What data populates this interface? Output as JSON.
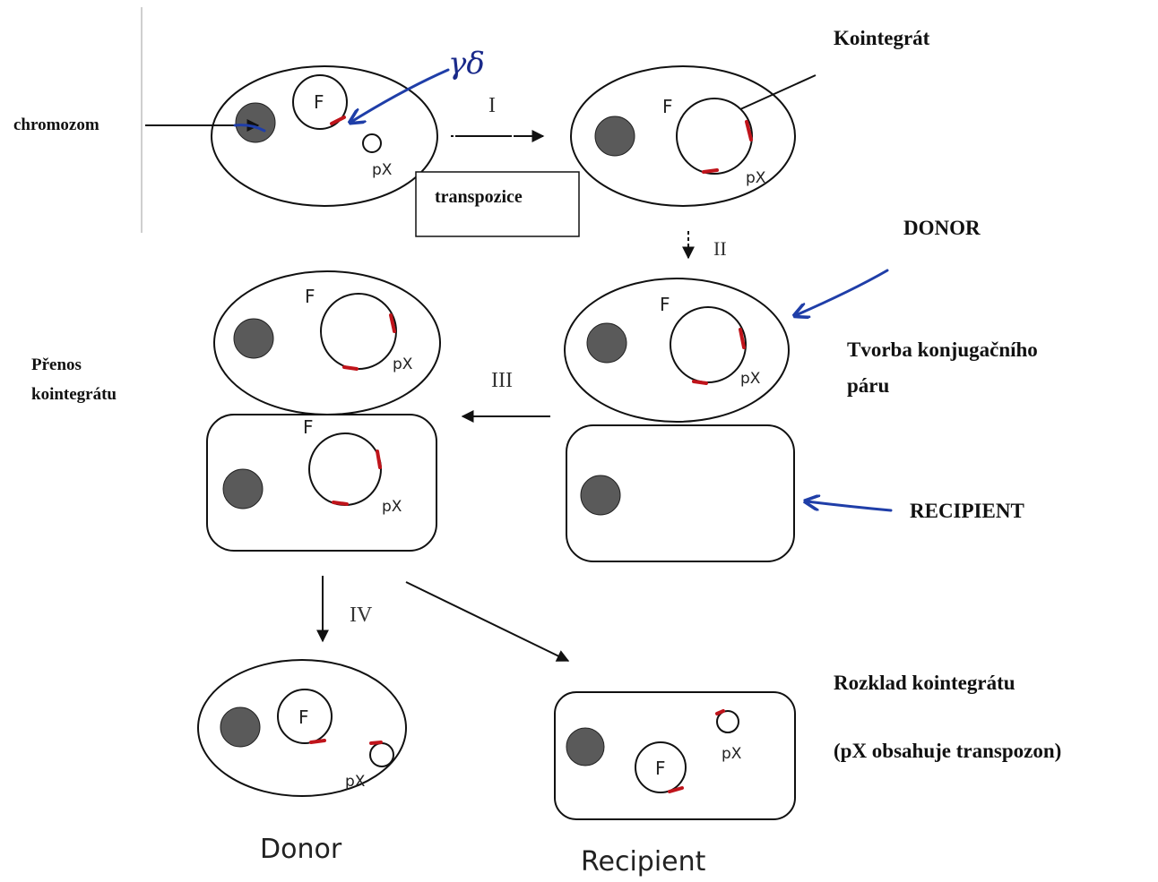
{
  "labels": {
    "chromozom": "chromozom",
    "gamma_delta": "γδ",
    "transpozice": "transpozice",
    "step1": "I",
    "step2": "II",
    "step3": "III",
    "step4": "IV",
    "plasmid_f": "F",
    "plasmid_px": "pX",
    "kointegrat": "Kointegrát",
    "donor_caps": "DONOR",
    "tvorba_line1": "Tvorba konjugačního",
    "tvorba_line2": "páru",
    "recipient_caps": "RECIPIENT",
    "prenos_line1": "Přenos",
    "prenos_line2": "kointegrátu",
    "rozklad": "Rozklad kointegrátu",
    "px_note": "(pX obsahuje transpozon)",
    "donor": "Donor",
    "recipient": "Recipient"
  },
  "colors": {
    "transposon": "#c0141b",
    "annotation_blue": "#1f3ea8",
    "chromosome": "#5a5a5a"
  }
}
